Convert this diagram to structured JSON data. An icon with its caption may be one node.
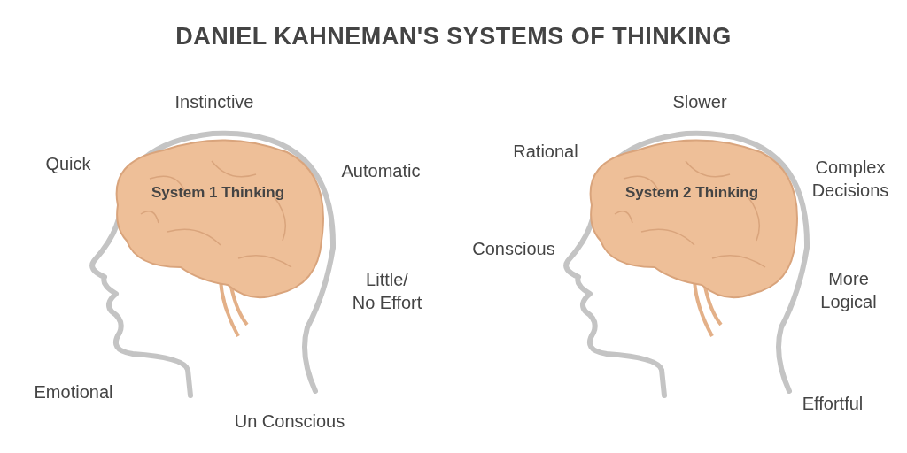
{
  "diagram": {
    "title": "DANIEL KAHNEMAN'S SYSTEMS OF THINKING",
    "nodes": [
      {
        "text": [
          "System 1 Thinking"
        ],
        "beside": [
          "Instinctive",
          "Quick",
          "Automatic",
          "Little/ No Effort"
        ]
      },
      {
        "text": [
          "System 2 Thinking"
        ],
        "beside": [
          "Slower",
          "Rational",
          "Complex Decisions",
          "Conscious",
          "More Logical"
        ]
      }
    ],
    "edges": [],
    "labels": [
      "Emotional",
      "Effortful",
      "Un Conscious"
    ]
  }
}
